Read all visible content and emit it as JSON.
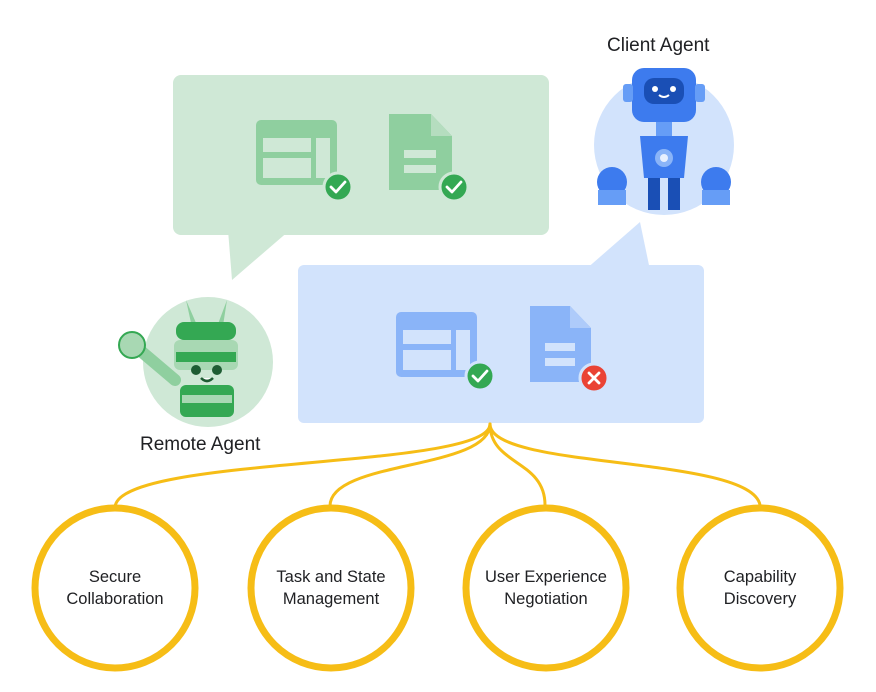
{
  "agents": {
    "client": {
      "label": "Client Agent",
      "color": "#3d7bee"
    },
    "remote": {
      "label": "Remote Agent",
      "color": "#34a853"
    }
  },
  "bubbles": {
    "green": {
      "color": "#cfe8d6",
      "items": [
        {
          "icon": "layout-icon",
          "status": "check"
        },
        {
          "icon": "document-icon",
          "status": "check"
        }
      ]
    },
    "blue": {
      "color": "#d2e3fc",
      "items": [
        {
          "icon": "layout-icon",
          "status": "check"
        },
        {
          "icon": "document-icon",
          "status": "error"
        }
      ]
    }
  },
  "capabilities": [
    {
      "line1": "Secure",
      "line2": "Collaboration"
    },
    {
      "line1": "Task and State",
      "line2": "Management"
    },
    {
      "line1": "User Experience",
      "line2": "Negotiation"
    },
    {
      "line1": "Capability",
      "line2": "Discovery"
    }
  ],
  "colors": {
    "connector": "#f6bd16",
    "check": "#34a853",
    "error": "#ea4335"
  }
}
